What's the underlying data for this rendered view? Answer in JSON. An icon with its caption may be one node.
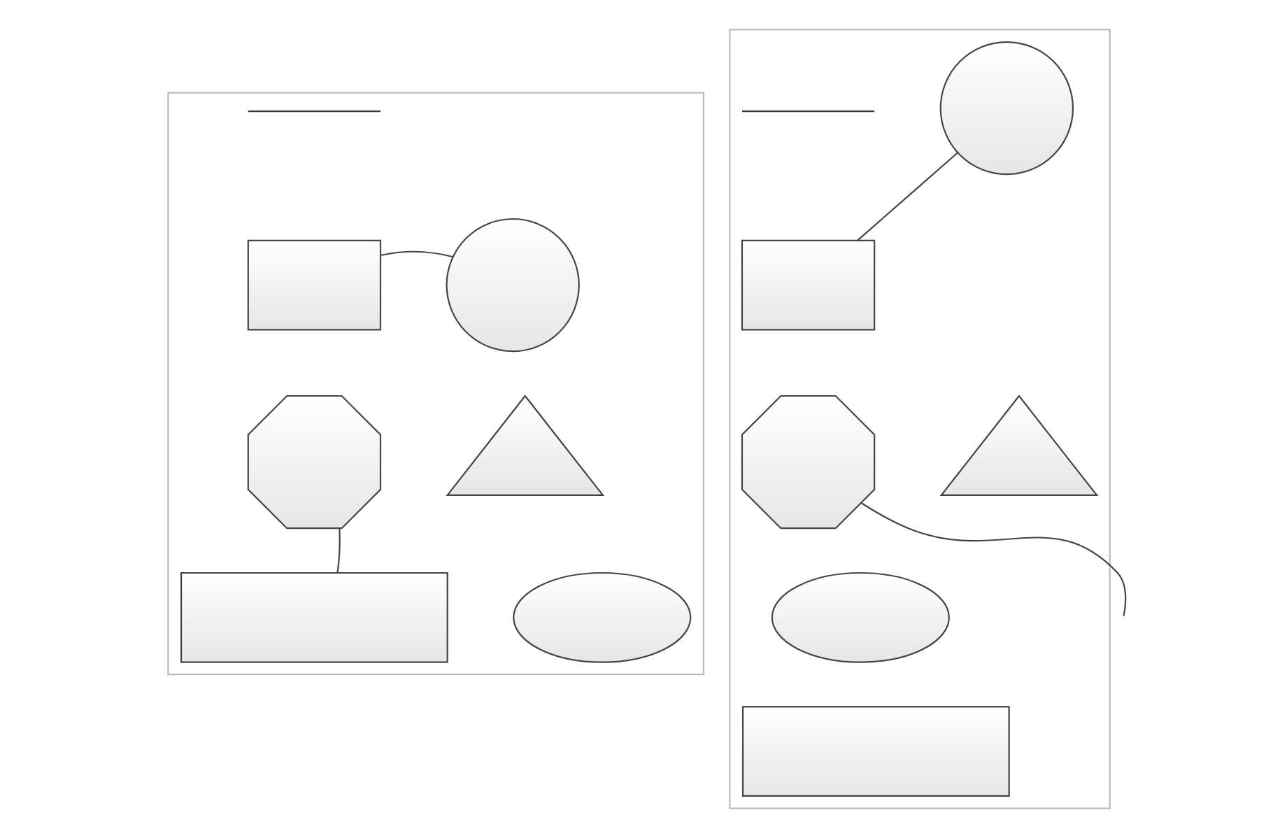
{
  "diagram": {
    "nodes": [
      {
        "text": [],
        "shape": "box"
      },
      {
        "text": [],
        "shape": "line",
        "in": 0
      },
      {
        "text": [],
        "shape": "box",
        "in": 0
      },
      {
        "text": [],
        "shape": "circle",
        "in": 0
      },
      {
        "text": [],
        "shape": "octagon",
        "in": 0
      },
      {
        "text": [],
        "shape": "triangle",
        "in": 0
      },
      {
        "text": [],
        "shape": "box",
        "in": 0
      },
      {
        "text": [],
        "shape": "ellipse",
        "in": 0
      },
      {
        "text": [],
        "shape": "box"
      },
      {
        "text": [],
        "shape": "line",
        "in": 8
      },
      {
        "text": [],
        "shape": "box",
        "in": 8
      },
      {
        "text": [],
        "shape": "circle",
        "in": 8
      },
      {
        "text": [],
        "shape": "octagon",
        "in": 8
      },
      {
        "text": [],
        "shape": "triangle",
        "in": 8
      },
      {
        "text": [],
        "shape": "box",
        "in": 8
      },
      {
        "text": [],
        "shape": "ellipse",
        "in": 8
      }
    ],
    "edges": [
      {
        "from": 2,
        "to": 3,
        "arrow": "none"
      },
      {
        "from": 4,
        "to": 6,
        "arrow": "none"
      },
      {
        "from": 10,
        "to": 11,
        "arrow": "none"
      },
      {
        "from": 12,
        "to": null,
        "arrow": "none"
      }
    ]
  }
}
